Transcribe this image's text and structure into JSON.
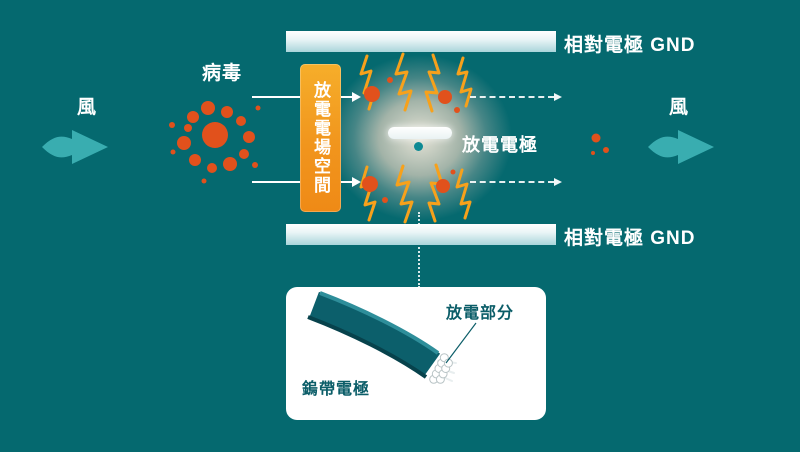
{
  "labels": {
    "wind_left": "風",
    "wind_right": "風",
    "virus": "病毒",
    "counter_electrode_top": "相對電極 GND",
    "counter_electrode_bottom": "相對電極 GND",
    "discharge_field_space": "放電電場空間",
    "discharge_electrode": "放電電極",
    "discharge_part": "放電部分",
    "tungsten_band_electrode": "鎢帶電極"
  },
  "colors": {
    "background": "#05696f",
    "wind_arrow_teal": "#39adb0",
    "electrode_bar_light": "#cde9ec",
    "field_box_orange": "#f29a1c",
    "virus_orange": "#e1511c",
    "lightning_orange": "#f7a11b",
    "discharge_electrode_white": "#ffffff",
    "discharge_point_teal": "#0e8a94",
    "inset_background": "#ffffff",
    "inset_text_teal": "#0b5d68",
    "ribbon_teal": "#0c5f6b"
  },
  "icons": {
    "wind_arrow": "thick-swoosh-arrow-right",
    "flow_arrow": "thin-white-arrow-right",
    "flow_arrow_dashed": "dashed-white-arrow-right",
    "lightning": "orange-zigzag-bolt",
    "virus": "orange-dot-cluster",
    "tungsten_ribbon": "teal-band-with-fiber-tip"
  }
}
